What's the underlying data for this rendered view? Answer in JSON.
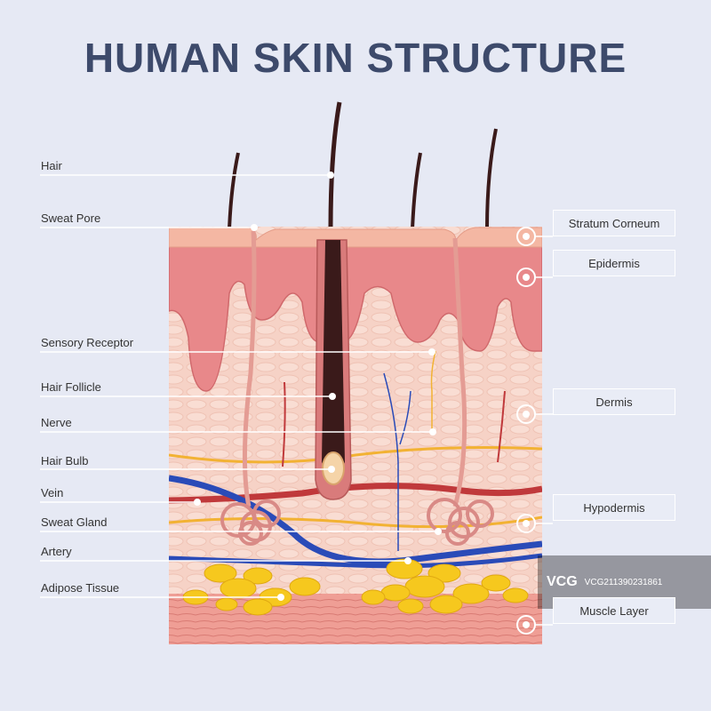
{
  "title": "HUMAN SKIN STRUCTURE",
  "left_labels": [
    {
      "id": "hair",
      "text": "Hair"
    },
    {
      "id": "sweat-pore",
      "text": "Sweat Pore"
    },
    {
      "id": "sensory-receptor",
      "text": "Sensory Receptor"
    },
    {
      "id": "hair-follicle",
      "text": "Hair Follicle"
    },
    {
      "id": "nerve",
      "text": "Nerve"
    },
    {
      "id": "hair-bulb",
      "text": "Hair Bulb"
    },
    {
      "id": "vein",
      "text": "Vein"
    },
    {
      "id": "sweat-gland",
      "text": "Sweat Gland"
    },
    {
      "id": "artery",
      "text": "Artery"
    },
    {
      "id": "adipose-tissue",
      "text": "Adipose Tissue"
    }
  ],
  "right_labels": [
    {
      "id": "stratum-corneum",
      "text": "Stratum Corneum"
    },
    {
      "id": "epidermis",
      "text": "Epidermis"
    },
    {
      "id": "dermis",
      "text": "Dermis"
    },
    {
      "id": "hypodermis",
      "text": "Hypodermis"
    },
    {
      "id": "muscle-layer",
      "text": "Muscle Layer"
    }
  ],
  "watermark": {
    "logo": "VCG",
    "text": "VCG211390231861"
  },
  "colors": {
    "title": "#3d4a6b",
    "background": "#e6e9f4",
    "corneum": "#f4b7a3",
    "epidermis": "#e8888a",
    "dermis": "#f6d2c6",
    "muscle": "#ef9e95",
    "artery": "#c0393b",
    "vein": "#2a4bb8",
    "nerve": "#f2b233",
    "fat": "#f6c81e",
    "hair": "#3a1a1a"
  }
}
